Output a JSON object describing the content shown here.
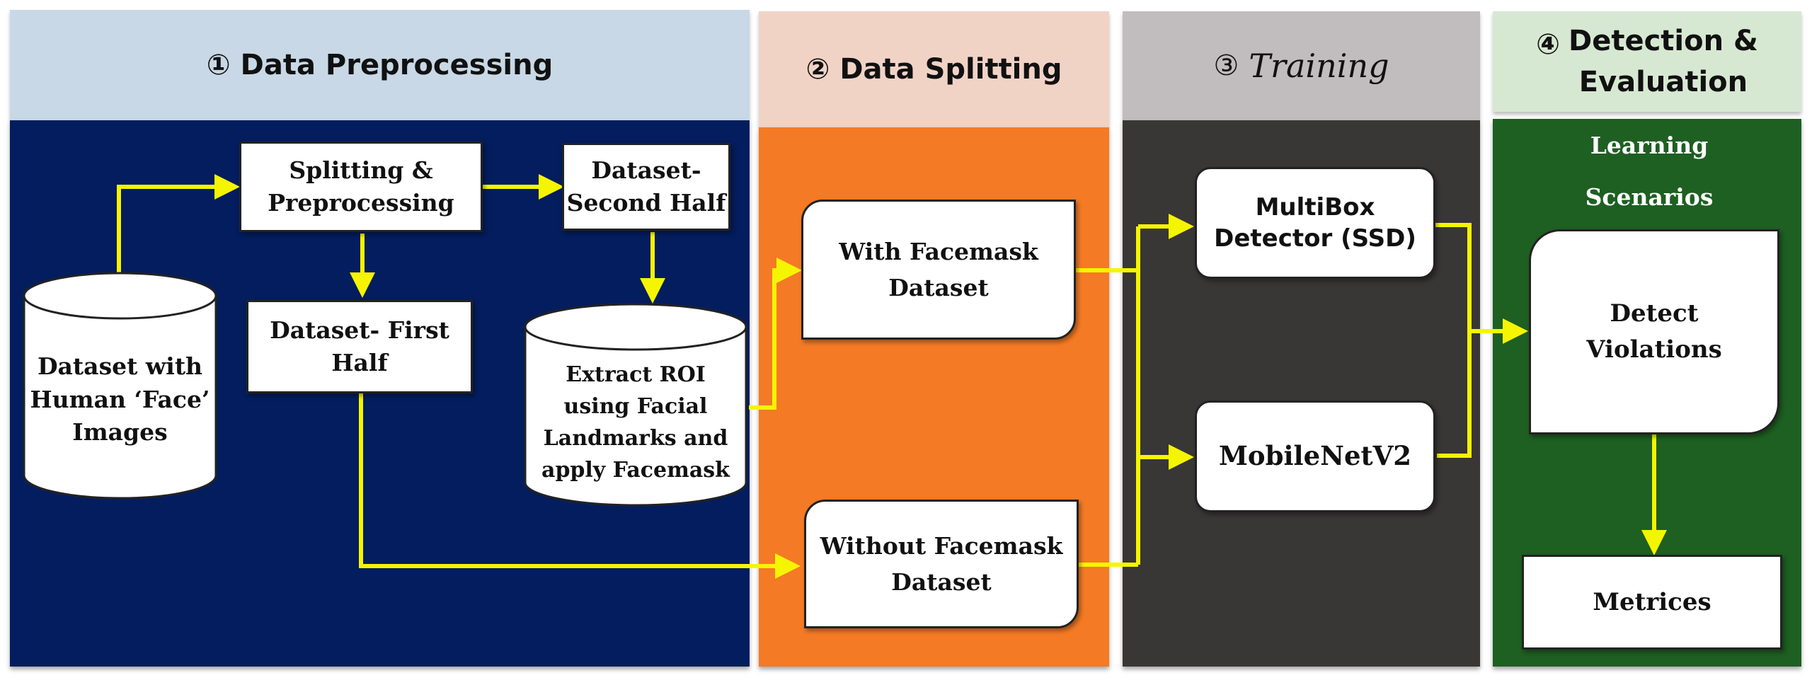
{
  "stages": {
    "preprocessing": {
      "number": "①",
      "title": "Data Preprocessing",
      "colors": {
        "header": "#c8d8e6",
        "body": "#031d5e"
      }
    },
    "splitting": {
      "number": "②",
      "title": "Data Splitting",
      "colors": {
        "header": "#f1d3c6",
        "body": "#f47a25"
      }
    },
    "training": {
      "number": "③",
      "title": "Training",
      "colors": {
        "header": "#c1bcbe",
        "body": "#393636"
      }
    },
    "detection": {
      "number": "④",
      "title": "Detection &\nEvaluation",
      "colors": {
        "header": "#d7e8d2",
        "body": "#1e5f22"
      }
    }
  },
  "nodes": {
    "dataset_faces": "Dataset with\nHuman ‘Face’\nImages",
    "splitting_preprocessing": "Splitting &\nPreprocessing",
    "dataset_first_half": "Dataset- First\nHalf",
    "dataset_second_half": "Dataset-\nSecond Half",
    "extract_roi": "Extract ROI\nusing Facial\nLandmarks and\napply Facemask",
    "with_facemask": "With Facemask\nDataset",
    "without_facemask": "Without Facemask\nDataset",
    "multibox": "MultiBox\nDetector (SSD)",
    "mobilenet": "MobileNetV2",
    "learning_scenarios": "Learning\nScenarios",
    "detect_violations": "Detect\nViolations",
    "metrics": "Metrices"
  },
  "arrow_color": "#f5f500"
}
